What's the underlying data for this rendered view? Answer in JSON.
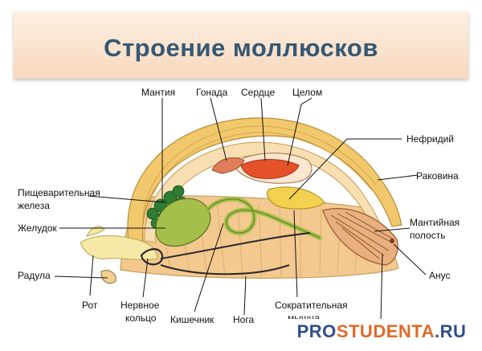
{
  "title": "Строение моллюсков",
  "labels": {
    "mantiya": "Мантия",
    "gonada": "Гонада",
    "serdce": "Сердце",
    "celom": "Целом",
    "nefridiy": "Нефридий",
    "rakovina": "Раковина",
    "pischevar_1": "Пищеварительная",
    "pischevar_2": "железа",
    "zheludok": "Желудок",
    "mantiynaya_1": "Мантийная",
    "mantiynaya_2": "полость",
    "radula": "Радула",
    "anus": "Анус",
    "rot": "Рот",
    "nervnoe_1": "Нервное",
    "nervnoe_2": "кольцо",
    "kishechnik": "Кишечник",
    "noga": "Нога",
    "sokrat_1": "Сократительная",
    "sokrat_2": "мышца"
  },
  "watermark": {
    "part1": "PRO",
    "part2": "STUDENTA",
    "part3": ".RU"
  }
}
